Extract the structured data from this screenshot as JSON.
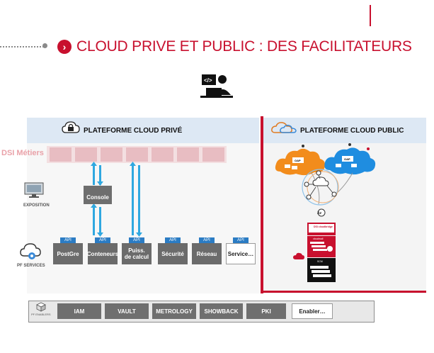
{
  "title": "CLOUD PRIVE ET PUBLIC : DES FACILITATEURS",
  "icons": {
    "bullet": "chevron-right-icon",
    "developer": "developer-laptop-icon"
  },
  "private": {
    "header": "PLATEFORME CLOUD PRIVÉ",
    "dsi_label": "DSI Métiers",
    "exposition_label": "EXPOSITION",
    "pf_services_label": "PF SERVICES",
    "console_label": "Console",
    "api_label": "API",
    "services": [
      "PostGre",
      "Conteneurs",
      "Puiss.\nde calcul",
      "Sécurité",
      "Réseau",
      "Service…"
    ]
  },
  "public": {
    "header": "PLATEFORME CLOUD PUBLIC",
    "cloud_labels": [
      "OAP",
      "OAP"
    ],
    "stack_labels": [
      "DSI\ncloudbridge",
      "cloudwall",
      "SCM"
    ]
  },
  "enablers": {
    "label": "PF ENABLERS",
    "items": [
      "IAM",
      "VAULT",
      "METROLOGY",
      "SHOWBACK",
      "PKI",
      "Enabler…"
    ]
  },
  "colors": {
    "accent": "#c8102e",
    "api": "#2b7cc4",
    "arrow": "#2fa8e0",
    "service": "#6b6b6b",
    "dsi": "#e8bdc2"
  }
}
